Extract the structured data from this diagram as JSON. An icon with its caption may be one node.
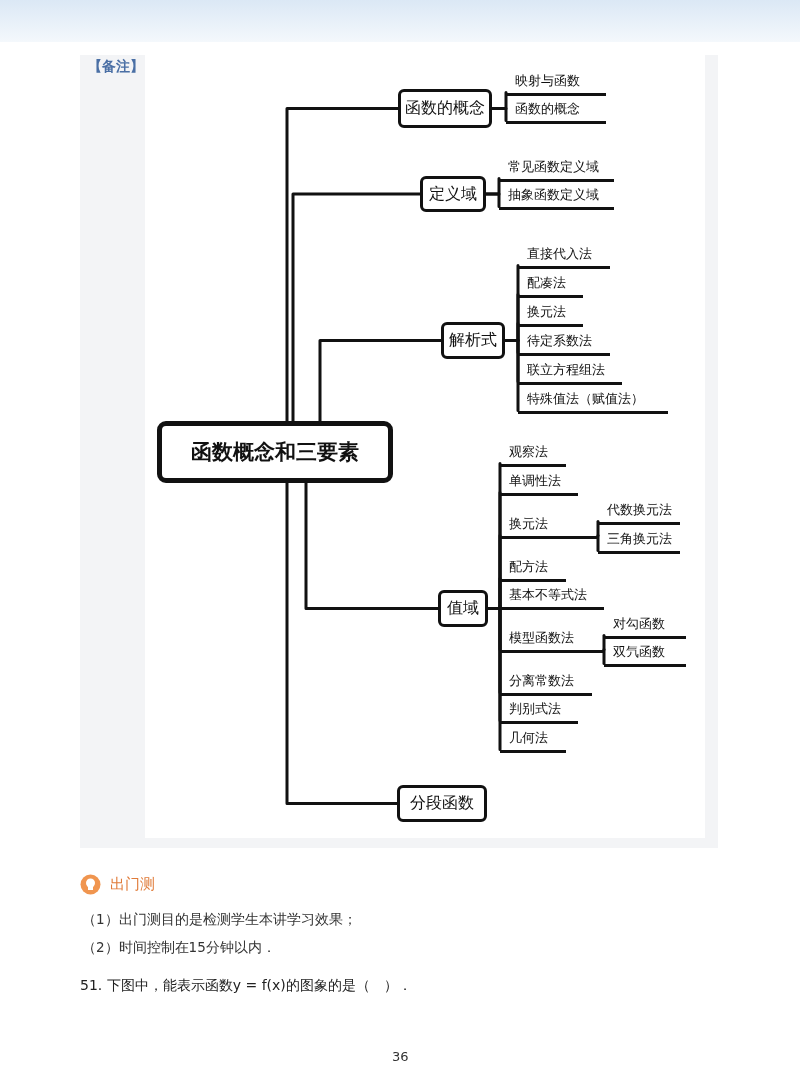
{
  "diagram": {
    "nodes": [
      {
        "text": [
          "函数概念和三要素"
        ]
      },
      {
        "text": [
          "函数的概念"
        ]
      },
      {
        "text": [
          "映射与函数"
        ]
      },
      {
        "text": [
          "函数的概念"
        ]
      },
      {
        "text": [
          "定义域"
        ]
      },
      {
        "text": [
          "常见函数定义域"
        ]
      },
      {
        "text": [
          "抽象函数定义域"
        ]
      },
      {
        "text": [
          "解析式"
        ]
      },
      {
        "text": [
          "直接代入法"
        ]
      },
      {
        "text": [
          "配凑法"
        ]
      },
      {
        "text": [
          "换元法"
        ]
      },
      {
        "text": [
          "待定系数法"
        ]
      },
      {
        "text": [
          "联立方程组法"
        ]
      },
      {
        "text": [
          "特殊值法（赋值法）"
        ]
      },
      {
        "text": [
          "值域"
        ]
      },
      {
        "text": [
          "观察法"
        ]
      },
      {
        "text": [
          "单调性法"
        ]
      },
      {
        "text": [
          "换元法"
        ]
      },
      {
        "text": [
          "代数换元法"
        ]
      },
      {
        "text": [
          "三角换元法"
        ]
      },
      {
        "text": [
          "配方法"
        ]
      },
      {
        "text": [
          "基本不等式法"
        ]
      },
      {
        "text": [
          "模型函数法"
        ]
      },
      {
        "text": [
          "对勾函数"
        ]
      },
      {
        "text": [
          "双氕函数"
        ]
      },
      {
        "text": [
          "分离常数法"
        ]
      },
      {
        "text": [
          "判别式法"
        ]
      },
      {
        "text": [
          "几何法"
        ]
      },
      {
        "text": [
          "分段函数"
        ]
      }
    ],
    "edges": [
      {
        "from": 0,
        "to": 1,
        "arrow": "none"
      },
      {
        "from": 1,
        "to": 2,
        "arrow": "none"
      },
      {
        "from": 1,
        "to": 3,
        "arrow": "none"
      },
      {
        "from": 0,
        "to": 4,
        "arrow": "none"
      },
      {
        "from": 4,
        "to": 5,
        "arrow": "none"
      },
      {
        "from": 4,
        "to": 6,
        "arrow": "none"
      },
      {
        "from": 0,
        "to": 7,
        "arrow": "none"
      },
      {
        "from": 7,
        "to": 8,
        "arrow": "none"
      },
      {
        "from": 7,
        "to": 9,
        "arrow": "none"
      },
      {
        "from": 7,
        "to": 10,
        "arrow": "none"
      },
      {
        "from": 7,
        "to": 11,
        "arrow": "none"
      },
      {
        "from": 7,
        "to": 12,
        "arrow": "none"
      },
      {
        "from": 7,
        "to": 13,
        "arrow": "none"
      },
      {
        "from": 0,
        "to": 14,
        "arrow": "none"
      },
      {
        "from": 14,
        "to": 15,
        "arrow": "none"
      },
      {
        "from": 14,
        "to": 16,
        "arrow": "none"
      },
      {
        "from": 14,
        "to": 17,
        "arrow": "none"
      },
      {
        "from": 17,
        "to": 18,
        "arrow": "none"
      },
      {
        "from": 17,
        "to": 19,
        "arrow": "none"
      },
      {
        "from": 14,
        "to": 20,
        "arrow": "none"
      },
      {
        "from": 14,
        "to": 21,
        "arrow": "none"
      },
      {
        "from": 14,
        "to": 22,
        "arrow": "none"
      },
      {
        "from": 22,
        "to": 23,
        "arrow": "none"
      },
      {
        "from": 22,
        "to": 24,
        "arrow": "none"
      },
      {
        "from": 14,
        "to": 25,
        "arrow": "none"
      },
      {
        "from": 14,
        "to": 26,
        "arrow": "none"
      },
      {
        "from": 14,
        "to": 27,
        "arrow": "none"
      },
      {
        "from": 0,
        "to": 28,
        "arrow": "none"
      }
    ],
    "labels": [
      "【备注】",
      "出门测",
      "（1）出门测目的是检测学生本讲学习效果；",
      "（2）时间控制在15分钟以内．",
      "51.  下图中，能表示函数y = f(x)的图象的是（　）．",
      "36"
    ]
  }
}
